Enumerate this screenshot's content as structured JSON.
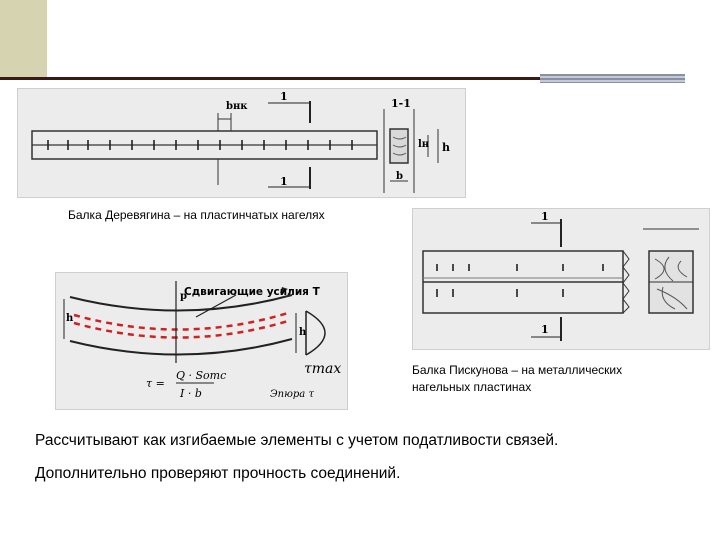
{
  "figures": {
    "beam1": {
      "label_b": "bнк",
      "label_section_1": "1",
      "label_section_title": "1-1",
      "label_ln": "lн",
      "label_h": "h",
      "label_b2": "b"
    },
    "beam2": {
      "label_section": "1"
    },
    "shear": {
      "title": "Сдвигающие усилия T",
      "label_p": "p",
      "label_h": "h",
      "formula_tau": "τ =",
      "formula_num": "Q · Sотс",
      "formula_den": "I · b",
      "label_taumax": "τmax",
      "label_epure": "Эпюра τ"
    }
  },
  "captions": {
    "beam1": "Балка Деревягина – на пластинчатых нагелях",
    "beam2_line1": "Балка Пискунова – на металлических",
    "beam2_line2": "нагельных пластинах"
  },
  "text": {
    "line1": "Рассчитывают как изгибаемые элементы с учетом податливости связей.",
    "line2": "Дополнительно проверяют прочность соединений."
  }
}
